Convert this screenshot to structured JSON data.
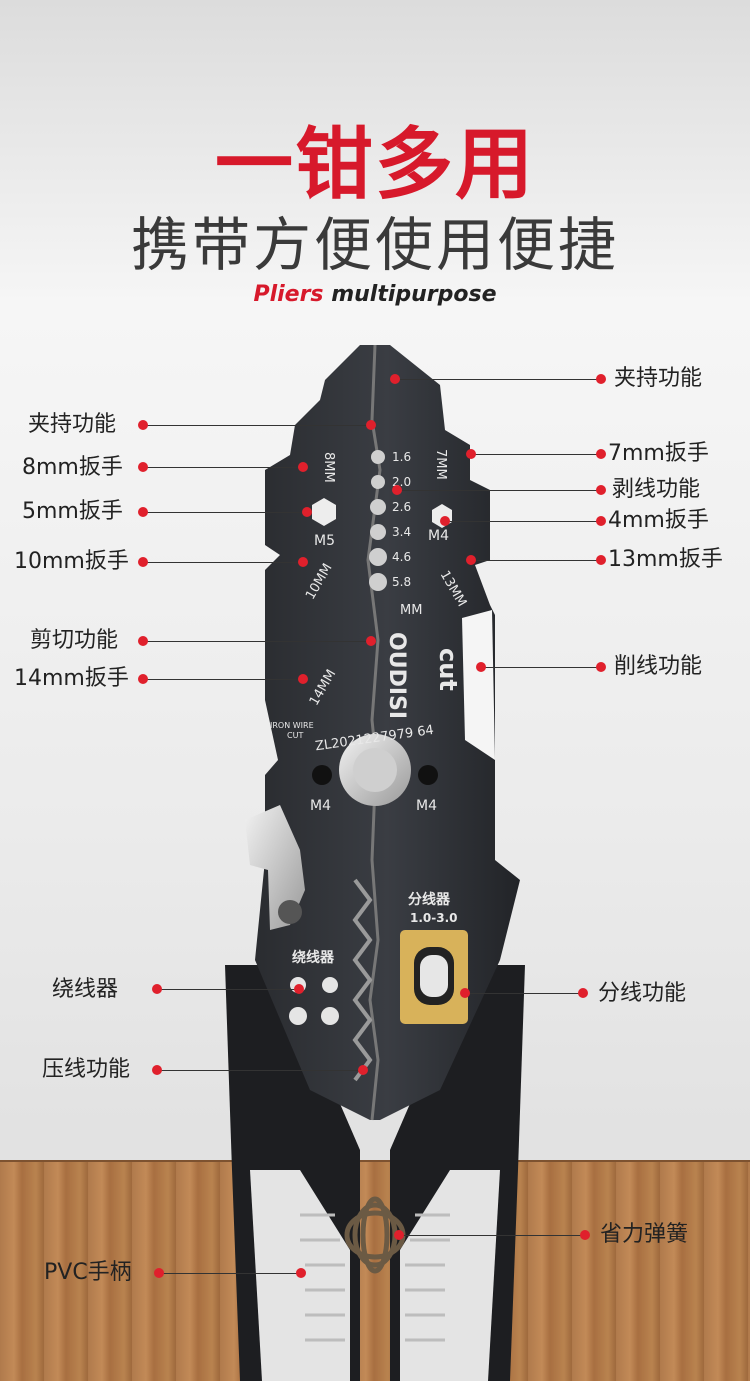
{
  "header": {
    "title": "一钳多用",
    "subtitle": "携带方便使用便捷",
    "tagline_accent": "Pliers",
    "tagline_rest": "multipurpose"
  },
  "tool_markings": {
    "wrench_8": "8MM",
    "wrench_7": "7MM",
    "m5": "M5",
    "m4_top": "M4",
    "wrench_10": "10MM",
    "wrench_13": "13MM",
    "wrench_14": "14MM",
    "mm": "MM",
    "brand": "OUDISI",
    "cut": "cut",
    "iron_wire": "IRON WIRE",
    "iron_cut": "CUT",
    "patent": "ZL2021227979 64",
    "m4_left": "M4",
    "m4_right": "M4",
    "splitter": "分线器",
    "splitter_range": "1.0-3.0",
    "winder": "绕线器",
    "gauges": [
      "1.6",
      "2.0",
      "2.6",
      "3.4",
      "4.6",
      "5.8"
    ]
  },
  "labels_left": [
    "夹持功能",
    "8mm扳手",
    "5mm扳手",
    "10mm扳手",
    "剪切功能",
    "14mm扳手",
    "绕线器",
    "压线功能",
    "PVC手柄"
  ],
  "labels_right": [
    "夹持功能",
    "7mm扳手",
    "剥线功能",
    "4mm扳手",
    "13mm扳手",
    "削线功能",
    "分线功能",
    "省力弹簧"
  ],
  "colors": {
    "accent": "#d7192b",
    "steel": "#2b2d31",
    "handle_white": "#e9e9e9",
    "brass": "#d8b25a"
  }
}
